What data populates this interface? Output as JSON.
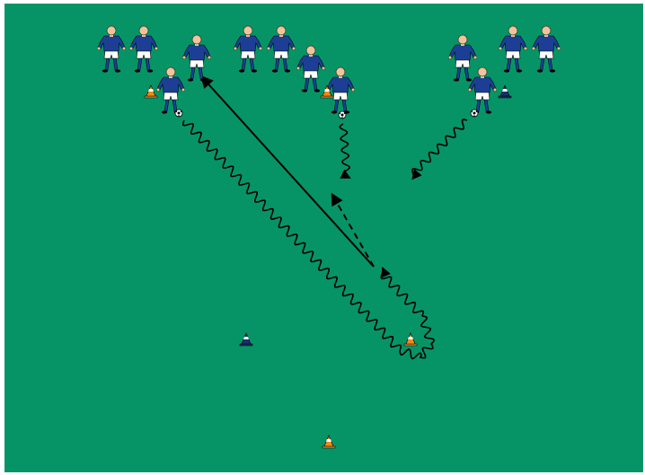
{
  "pitch": {
    "field_color": "#069466",
    "border_color": "#ffffff"
  },
  "kit": {
    "shirt_color": "#1c3f95",
    "shirt_dark": "#102a6e",
    "shorts_color": "#ffffff",
    "skin_color": "#f2c49c",
    "hair_color": "#2a1a0e"
  },
  "cone_colors": {
    "orange": "#f08a1c",
    "navy": "#1c2f6e"
  },
  "groups": [
    {
      "name": "left-group",
      "players": 4,
      "cone": "orange",
      "has_ball": true
    },
    {
      "name": "middle-group",
      "players": 4,
      "cone": "orange",
      "has_ball": true
    },
    {
      "name": "right-group",
      "players": 4,
      "cone": "navy",
      "has_ball": true
    }
  ],
  "field_cones": [
    {
      "name": "navy-marker",
      "color": "navy"
    },
    {
      "name": "turn-marker",
      "color": "orange"
    },
    {
      "name": "bottom-marker",
      "color": "orange"
    }
  ],
  "movements": [
    {
      "name": "dribble-left-to-turn",
      "kind": "dribble"
    },
    {
      "name": "dribble-middle-down",
      "kind": "dribble"
    },
    {
      "name": "dribble-right-down",
      "kind": "dribble"
    },
    {
      "name": "dribble-turn-return",
      "kind": "dribble"
    },
    {
      "name": "pass-to-left-group",
      "kind": "pass"
    },
    {
      "name": "run-return",
      "kind": "run"
    }
  ]
}
